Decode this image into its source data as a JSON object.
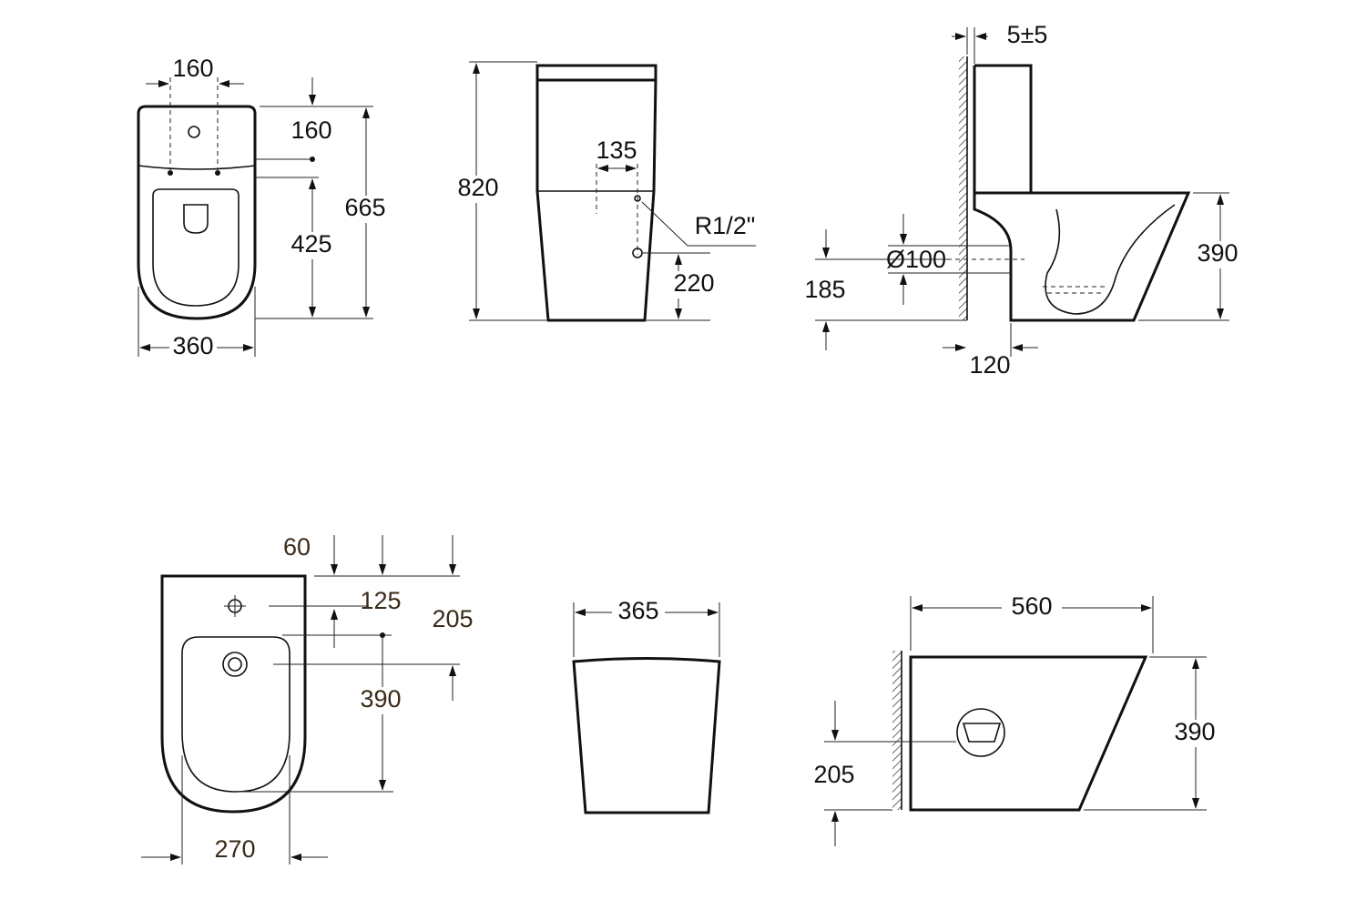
{
  "toilet_top_view": {
    "tank_hole_spacing": "160",
    "tank_depth": "160",
    "total_depth": "665",
    "bowl_depth": "425",
    "width": "360"
  },
  "toilet_front_view": {
    "height": "820",
    "inlet_offset": "135",
    "inlet_thread": "R1/2\"",
    "inlet_height": "220"
  },
  "toilet_side_view": {
    "wall_gap": "5±5",
    "seat_height": "390",
    "outlet_diameter": "Ø100",
    "outlet_height": "185",
    "outlet_offset": "120"
  },
  "bidet_top_view": {
    "hole_offset": "60",
    "hole_to_center": "125",
    "hole_depth": "205",
    "bowl_depth": "390",
    "bowl_width": "270"
  },
  "bidet_front_view": {
    "width": "365"
  },
  "bidet_side_view": {
    "depth": "560",
    "height": "390",
    "inlet_height": "205"
  }
}
